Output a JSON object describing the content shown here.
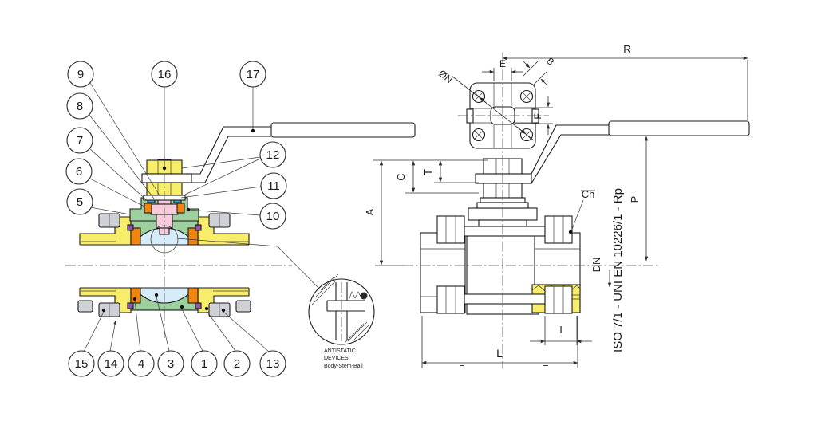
{
  "colors": {
    "cap_yellow": "#f8ed6a",
    "body_green": "#9ecf9f",
    "seat_orange": "#f2860d",
    "ball_blue": "#d6ecf8",
    "stem_pink": "#f7cbdb",
    "seal_blue": "#2aa7e0",
    "seal_purple": "#8e57a8",
    "bolt_gray": "#ced2d6",
    "line_dark": "#1b1b1b"
  },
  "section_view": {
    "callouts": [
      "1",
      "2",
      "3",
      "4",
      "5",
      "6",
      "7",
      "8",
      "9",
      "10",
      "11",
      "12",
      "13",
      "14",
      "15",
      "16",
      "17"
    ],
    "detail_note": {
      "line1": "ANTISTATIC",
      "line2": "DEVICES:",
      "line3": "Body-Stem-Ball"
    }
  },
  "dimension_view": {
    "labels": {
      "R": "R",
      "E": "E",
      "B": "B",
      "N": "ØN",
      "F": "F",
      "A": "A",
      "C": "C",
      "T": "T",
      "Ch": "Ch",
      "P": "P",
      "DN": "DN",
      "I": "I",
      "L": "L",
      "eq1": "=",
      "eq2": "="
    },
    "standard": "ISO 7/1 - UNI EN 10226/1 - Rp"
  }
}
